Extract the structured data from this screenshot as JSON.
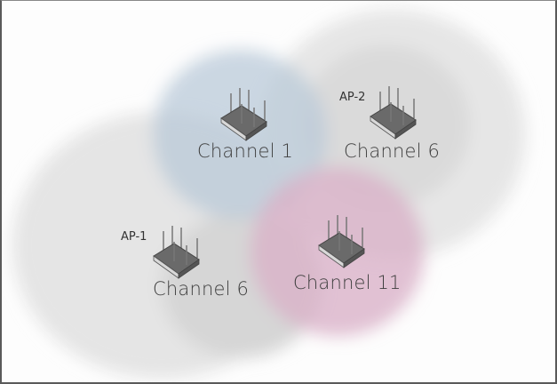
{
  "access_points": [
    {
      "name": "",
      "channel": "Channel 1",
      "color": "#b9cad8"
    },
    {
      "name": "AP-2",
      "channel": "Channel 6",
      "color": "#d0d0d0"
    },
    {
      "name": "AP-1",
      "channel": "Channel 6",
      "color": "#d0d0d0"
    },
    {
      "name": "",
      "channel": "Channel 11",
      "color": "#d9b2c8"
    }
  ],
  "icons": {
    "access_point": "wireless-router-icon"
  }
}
